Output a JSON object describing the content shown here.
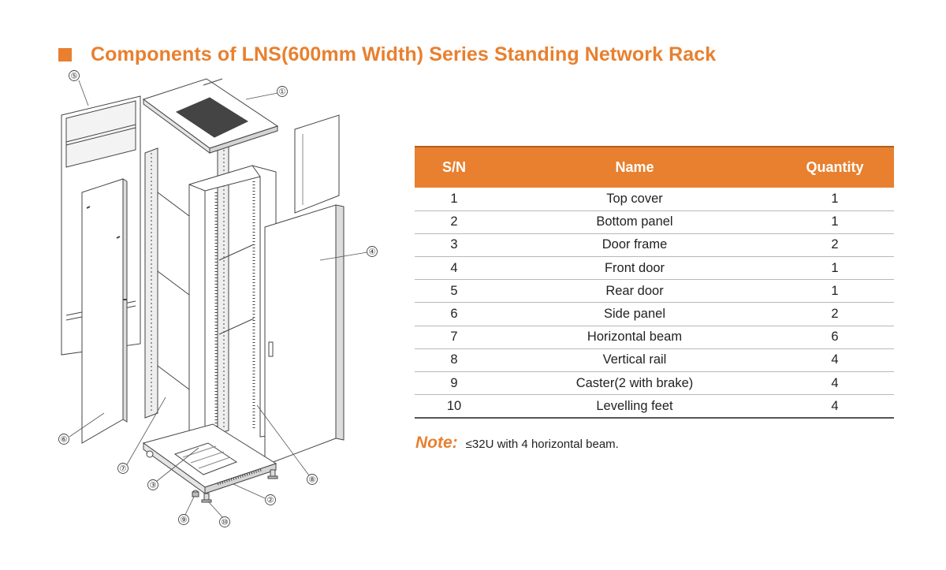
{
  "page": {
    "title": "Components of LNS(600mm Width) Series Standing Network Rack",
    "accent_color": "#e8802f"
  },
  "diagram": {
    "callouts": [
      "①",
      "②",
      "③",
      "④",
      "⑤",
      "⑥",
      "⑦",
      "⑧",
      "⑨",
      "⑩"
    ]
  },
  "table": {
    "headers": {
      "sn": "S/N",
      "name": "Name",
      "quantity": "Quantity"
    },
    "header_color": "#e8802f",
    "rows": [
      {
        "sn": "1",
        "name": "Top cover",
        "quantity": "1"
      },
      {
        "sn": "2",
        "name": "Bottom panel",
        "quantity": "1"
      },
      {
        "sn": "3",
        "name": "Door frame",
        "quantity": "2"
      },
      {
        "sn": "4",
        "name": "Front door",
        "quantity": "1"
      },
      {
        "sn": "5",
        "name": "Rear door",
        "quantity": "1"
      },
      {
        "sn": "6",
        "name": "Side panel",
        "quantity": "2"
      },
      {
        "sn": "7",
        "name": "Horizontal beam",
        "quantity": "6"
      },
      {
        "sn": "8",
        "name": "Vertical rail",
        "quantity": "4"
      },
      {
        "sn": "9",
        "name": "Caster(2 with brake)",
        "quantity": "4"
      },
      {
        "sn": "10",
        "name": "Levelling feet",
        "quantity": "4"
      }
    ]
  },
  "note": {
    "label": "Note:",
    "text": "≤32U with 4 horizontal beam."
  }
}
